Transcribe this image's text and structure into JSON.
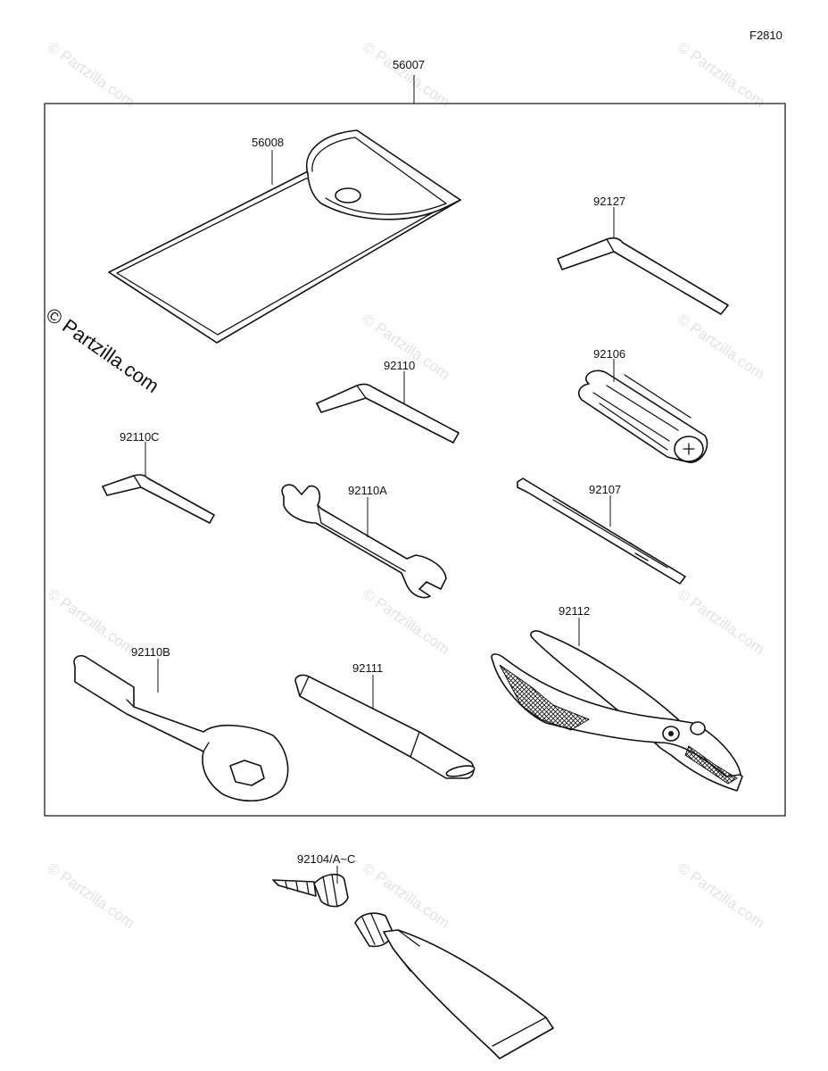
{
  "diagram": {
    "code": "F2810",
    "kit_part": "56007",
    "watermark": "© Partzilla.com",
    "parts": [
      {
        "id": "56008"
      },
      {
        "id": "92127"
      },
      {
        "id": "92110"
      },
      {
        "id": "92106"
      },
      {
        "id": "92110C"
      },
      {
        "id": "92110A"
      },
      {
        "id": "92107"
      },
      {
        "id": "92112"
      },
      {
        "id": "92110B"
      },
      {
        "id": "92111"
      },
      {
        "id": "92104/A~C"
      }
    ]
  }
}
